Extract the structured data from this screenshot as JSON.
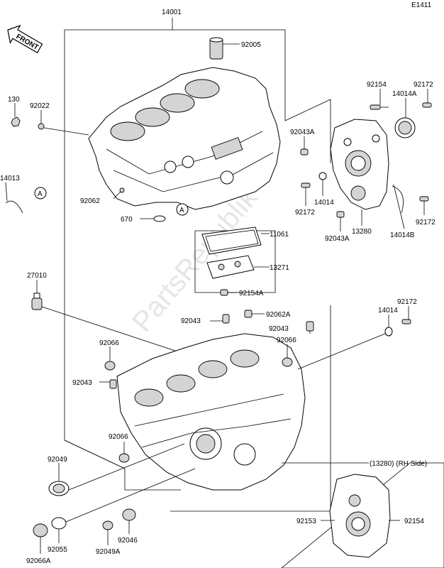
{
  "diagram_code": "E1411",
  "front_label": "FRONT",
  "watermark": "PartsRepublik",
  "inset": {
    "title": "(13280) (RH Side)"
  },
  "callout_marker": "A",
  "labels": {
    "l14001": "14001",
    "l92005": "92005",
    "l130": "130",
    "l92022": "92022",
    "l92154_top": "92154",
    "l92172_top": "92172",
    "l14014A": "14014A",
    "l92043A_1": "92043A",
    "l14013": "14013",
    "l92062": "92062",
    "l14014_mid": "14014",
    "l92172_mid": "92172",
    "l670": "670",
    "l13280": "13280",
    "l92172_r": "92172",
    "l92043A_2": "92043A",
    "l14014B": "14014B",
    "l11061": "11061",
    "l13271": "13271",
    "l27010": "27010",
    "l92154A": "92154A",
    "l92172_low": "92172",
    "l14014_low": "14014",
    "l92043_a": "92043",
    "l92062A": "92062A",
    "l92043_b": "92043",
    "l92066_a": "92066",
    "l92066_b": "92066",
    "l92043_c": "92043",
    "l92066_c": "92066",
    "l92049": "92049",
    "l92055": "92055",
    "l92066A": "92066A",
    "l92049A": "92049A",
    "l92046": "92046",
    "l92153": "92153",
    "l92154_inset": "92154"
  }
}
